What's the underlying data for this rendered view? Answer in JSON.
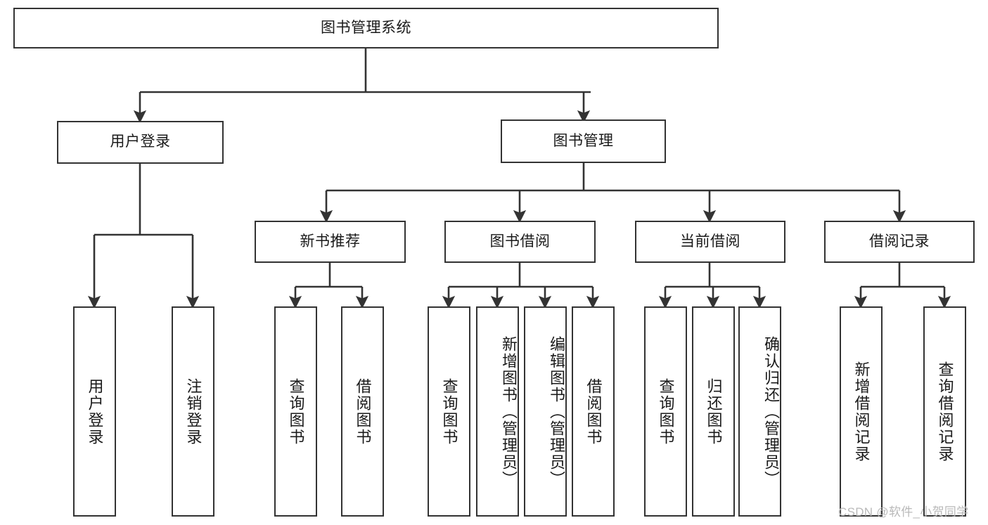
{
  "diagram": {
    "type": "tree",
    "title": "图书管理系统",
    "watermark": "CSDN @软件_小贺同学",
    "colors": {
      "box_border": "#333333",
      "box_fill": "#ffffff",
      "edge": "#333333",
      "text": "#1a1a1a",
      "watermark": "#b9b9b9",
      "background": "#ffffff"
    },
    "nodes": {
      "root": {
        "label": "图书管理系统",
        "level": 0,
        "orientation": "horizontal"
      },
      "user_login": {
        "label": "用户登录",
        "level": 1,
        "orientation": "horizontal"
      },
      "book_manage": {
        "label": "图书管理",
        "level": 1,
        "orientation": "horizontal"
      },
      "new_book_rec": {
        "label": "新书推荐",
        "level": 2,
        "orientation": "horizontal"
      },
      "book_borrow": {
        "label": "图书借阅",
        "level": 2,
        "orientation": "horizontal"
      },
      "current_borrow": {
        "label": "当前借阅",
        "level": 2,
        "orientation": "horizontal"
      },
      "borrow_record": {
        "label": "借阅记录",
        "level": 2,
        "orientation": "horizontal"
      },
      "leaf_user_login": {
        "label": "用户登录",
        "level": 2,
        "orientation": "vertical"
      },
      "leaf_logout": {
        "label": "注销登录",
        "level": 2,
        "orientation": "vertical"
      },
      "leaf_rec_query": {
        "label": "查询图书",
        "level": 3,
        "orientation": "vertical"
      },
      "leaf_rec_borrow": {
        "label": "借阅图书",
        "level": 3,
        "orientation": "vertical"
      },
      "leaf_bb_query": {
        "label": "查询图书",
        "level": 3,
        "orientation": "vertical"
      },
      "leaf_bb_add": {
        "label": "新增图书（管理员）",
        "level": 3,
        "orientation": "vertical"
      },
      "leaf_bb_edit": {
        "label": "编辑图书（管理员）",
        "level": 3,
        "orientation": "vertical"
      },
      "leaf_bb_borrow": {
        "label": "借阅图书",
        "level": 3,
        "orientation": "vertical"
      },
      "leaf_cb_query": {
        "label": "查询图书",
        "level": 3,
        "orientation": "vertical"
      },
      "leaf_cb_return": {
        "label": "归还图书",
        "level": 3,
        "orientation": "vertical"
      },
      "leaf_cb_confirm": {
        "label": "确认归还（管理员）",
        "level": 3,
        "orientation": "vertical"
      },
      "leaf_br_add": {
        "label": "新增借阅记录",
        "level": 3,
        "orientation": "vertical"
      },
      "leaf_br_query": {
        "label": "查询借阅记录",
        "level": 3,
        "orientation": "vertical"
      }
    },
    "edges": [
      {
        "from": "root",
        "to": "user_login"
      },
      {
        "from": "root",
        "to": "book_manage"
      },
      {
        "from": "user_login",
        "to": "leaf_user_login"
      },
      {
        "from": "user_login",
        "to": "leaf_logout"
      },
      {
        "from": "book_manage",
        "to": "new_book_rec"
      },
      {
        "from": "book_manage",
        "to": "book_borrow"
      },
      {
        "from": "book_manage",
        "to": "current_borrow"
      },
      {
        "from": "book_manage",
        "to": "borrow_record"
      },
      {
        "from": "new_book_rec",
        "to": "leaf_rec_query"
      },
      {
        "from": "new_book_rec",
        "to": "leaf_rec_borrow"
      },
      {
        "from": "book_borrow",
        "to": "leaf_bb_query"
      },
      {
        "from": "book_borrow",
        "to": "leaf_bb_add"
      },
      {
        "from": "book_borrow",
        "to": "leaf_bb_edit"
      },
      {
        "from": "book_borrow",
        "to": "leaf_bb_borrow"
      },
      {
        "from": "current_borrow",
        "to": "leaf_cb_query"
      },
      {
        "from": "current_borrow",
        "to": "leaf_cb_return"
      },
      {
        "from": "current_borrow",
        "to": "leaf_cb_confirm"
      },
      {
        "from": "borrow_record",
        "to": "leaf_br_add"
      },
      {
        "from": "borrow_record",
        "to": "leaf_br_query"
      }
    ]
  }
}
